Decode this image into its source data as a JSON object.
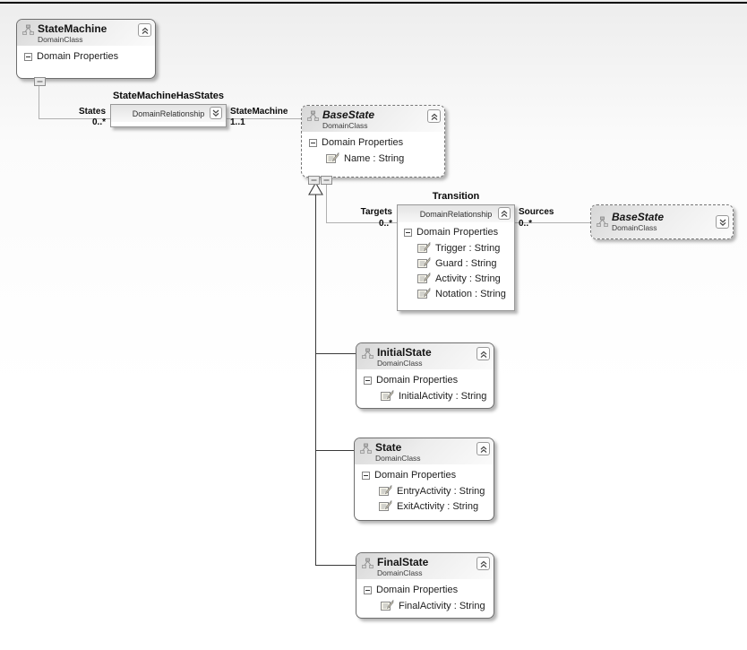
{
  "page": {
    "background": "#f2f2f2",
    "top_rule_color": "#000000"
  },
  "colors": {
    "connector_line": "#b0b0b0",
    "inheritance_line": "#3a3a3a",
    "shape_border": "#6e6e6e",
    "header_gradient_top": "#d7d7d7",
    "header_gradient_bottom": "#fbfbfb"
  },
  "icons": {
    "class": "domain-class-icon",
    "property": "domain-property-icon",
    "expanded_toggle": "chevron-up-icon",
    "collapsed_toggle": "chevron-down-icon",
    "section_collapse": "squared-minus-icon",
    "connector_stub": "squared-minus-stub",
    "inheritance_arrow": "hollow-triangle-icon"
  },
  "classes": {
    "state_machine": {
      "name": "StateMachine",
      "kind": "DomainClass",
      "properties_title": "Domain Properties",
      "properties": []
    },
    "base_state": {
      "name": "BaseState",
      "kind": "DomainClass",
      "properties_title": "Domain Properties",
      "properties": [
        "Name : String"
      ]
    },
    "base_state_ref": {
      "name": "BaseState",
      "kind": "DomainClass"
    },
    "initial_state": {
      "name": "InitialState",
      "kind": "DomainClass",
      "properties_title": "Domain Properties",
      "properties": [
        "InitialActivity : String"
      ]
    },
    "state": {
      "name": "State",
      "kind": "DomainClass",
      "properties_title": "Domain Properties",
      "properties": [
        "EntryActivity : String",
        "ExitActivity : String"
      ]
    },
    "final_state": {
      "name": "FinalState",
      "kind": "DomainClass",
      "properties_title": "Domain Properties",
      "properties": [
        "FinalActivity : String"
      ]
    }
  },
  "relationships": {
    "state_machine_has_states": {
      "title": "StateMachineHasStates",
      "kind": "DomainRelationship",
      "source_role": {
        "name": "States",
        "multiplicity": "0..*"
      },
      "target_role": {
        "name": "StateMachine",
        "multiplicity": "1..1"
      }
    },
    "transition": {
      "title": "Transition",
      "kind": "DomainRelationship",
      "properties_title": "Domain Properties",
      "properties": [
        "Trigger : String",
        "Guard : String",
        "Activity : String",
        "Notation : String"
      ],
      "source_role": {
        "name": "Targets",
        "multiplicity": "0..*"
      },
      "target_role": {
        "name": "Sources",
        "multiplicity": "0..*"
      }
    }
  }
}
